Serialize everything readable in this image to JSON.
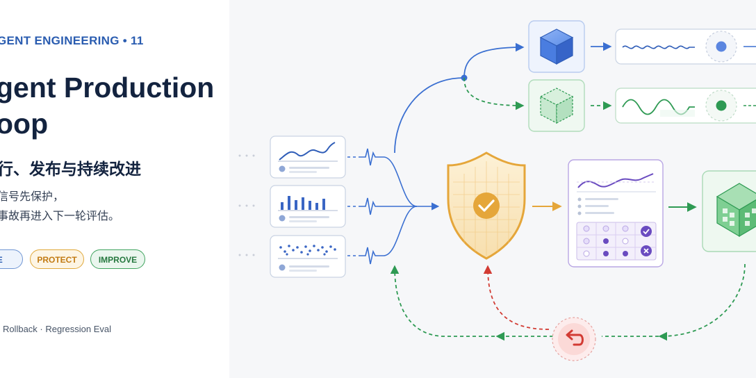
{
  "header": {
    "kicker": "GENT ENGINEERING • 11",
    "title_line1": "gent Production",
    "title_line2": "oop",
    "subtitle": "行、发布与持续改进"
  },
  "description": {
    "line1": "信号先保护，",
    "line2": "事故再进入下一轮评估。"
  },
  "pills": [
    {
      "label": "RVE",
      "color": "#2a5cb0"
    },
    {
      "label": "PROTECT",
      "color": "#c27a12"
    },
    {
      "label": "IMPROVE",
      "color": "#26783f"
    }
  ],
  "footnote": "· Rollback · Regression Eval",
  "icons": {
    "signal_cards": [
      "line-chart-icon",
      "bar-chart-icon",
      "scatter-dots-icon"
    ],
    "guard": "shield-check-icon",
    "eval": "eval-matrix-icon",
    "deploy": [
      "blue-cube-icon",
      "green-wire-cube-icon",
      "green-cube-stack-icon"
    ],
    "traffic": [
      "blue-wave-icon",
      "green-wave-icon"
    ],
    "rollback": "undo-arrow-icon"
  },
  "colors": {
    "blue": "#3a6fd1",
    "green": "#2e9a53",
    "amber": "#e5a63a",
    "purple": "#7a5bc6",
    "red": "#d23b33",
    "navy": "#13233f"
  }
}
